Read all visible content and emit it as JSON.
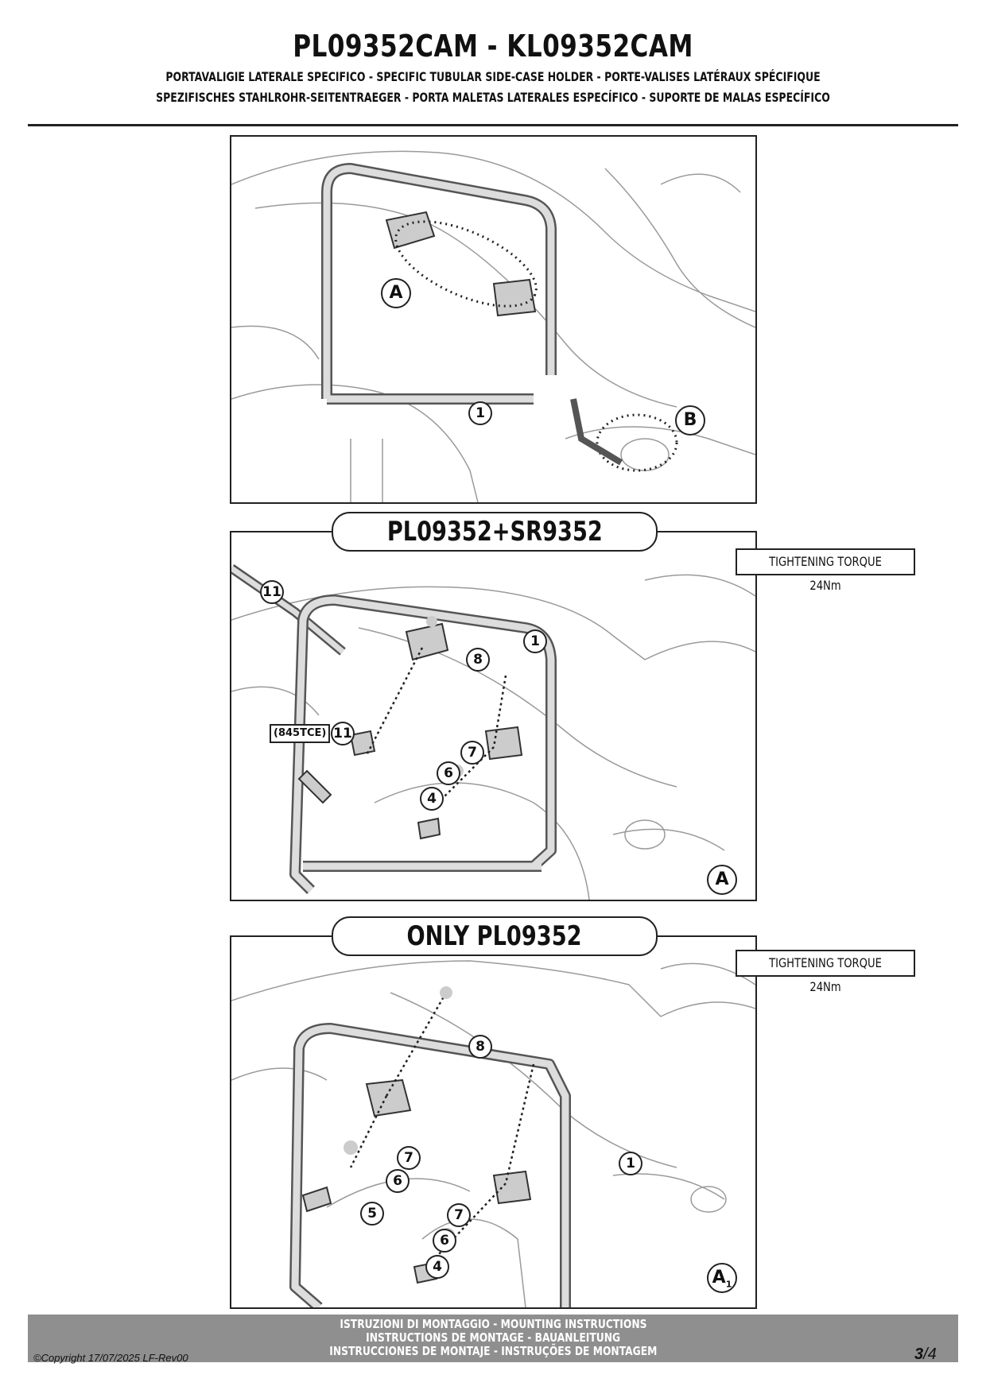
{
  "header": {
    "title": "PL09352CAM - KL09352CAM",
    "line1": "PORTAVALIGIE LATERALE SPECIFICO  -  SPECIFIC TUBULAR SIDE-CASE HOLDER  - PORTE-VALISES LATÉRAUX SPÉCIFIQUE",
    "line2": "SPEZIFISCHES STAHLROHR-SEITENTRAEGER - PORTA MALETAS LATERALES ESPECÍFICO - SUPORTE DE MALAS ESPECÍFICO"
  },
  "panel1": {
    "callout_a": "A",
    "callout_b": "B",
    "callout_1": "1"
  },
  "panel2": {
    "title": "PL09352+SR9352",
    "torque": "TIGHTENING TORQUE 24Nm",
    "code": "(845TCE)",
    "callouts": {
      "c11a": "11",
      "c11b": "11",
      "c1": "1",
      "c8": "8",
      "c7": "7",
      "c6": "6",
      "c4": "4",
      "cA": "A"
    }
  },
  "panel3": {
    "title": "ONLY PL09352",
    "torque": "TIGHTENING TORQUE 24Nm",
    "callouts": {
      "c8": "8",
      "c1": "1",
      "c7a": "7",
      "c6a": "6",
      "c5": "5",
      "c7b": "7",
      "c6b": "6",
      "c4": "4",
      "cA": "A",
      "cAsub": "1"
    }
  },
  "footer": {
    "line1": "ISTRUZIONI DI MONTAGGIO  -  MOUNTING INSTRUCTIONS",
    "line2": "INSTRUCTIONS DE MONTAGE - BAUANLEITUNG",
    "line3": "INSTRUCCIONES DE MONTAJE - INSTRUÇÕES DE MONTAGEM",
    "copyright": "©Copyright 17/07/2025 LF-Rev00",
    "page": "3",
    "page_total": "/4"
  }
}
